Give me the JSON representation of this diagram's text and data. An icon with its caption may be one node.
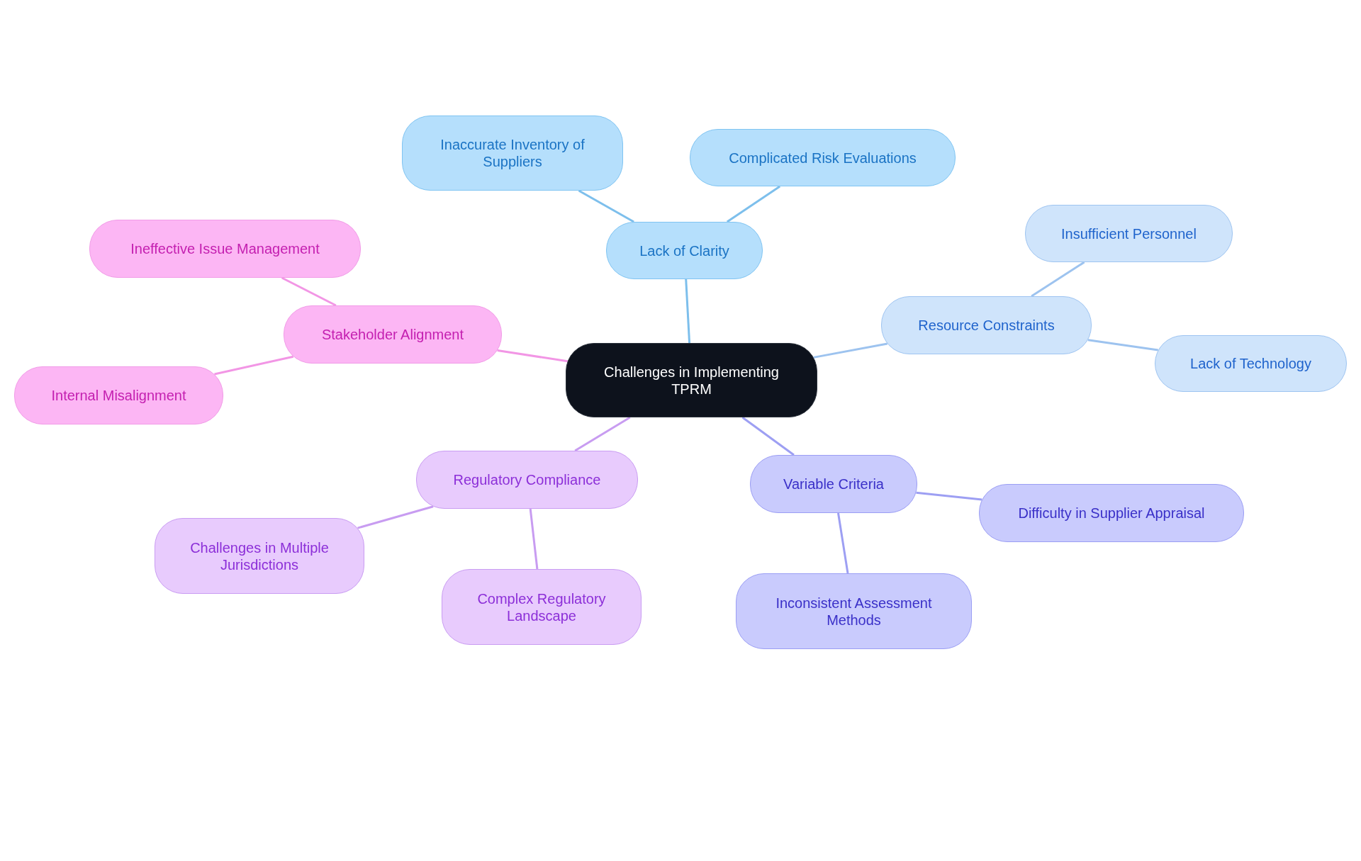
{
  "diagram": {
    "nodes": [
      {
        "text": [
          "Challenges in Implementing TPRM"
        ]
      },
      {
        "text": [
          "Lack of Clarity"
        ]
      },
      {
        "text": [
          "Inaccurate Inventory of Suppliers"
        ]
      },
      {
        "text": [
          "Complicated Risk Evaluations"
        ]
      },
      {
        "text": [
          "Resource Constraints"
        ]
      },
      {
        "text": [
          "Insufficient Personnel"
        ]
      },
      {
        "text": [
          "Lack of Technology"
        ]
      },
      {
        "text": [
          "Variable Criteria"
        ]
      },
      {
        "text": [
          "Difficulty in Supplier Appraisal"
        ]
      },
      {
        "text": [
          "Inconsistent Assessment Methods"
        ]
      },
      {
        "text": [
          "Regulatory Compliance"
        ]
      },
      {
        "text": [
          "Challenges in Multiple Jurisdictions"
        ]
      },
      {
        "text": [
          "Complex Regulatory Landscape"
        ]
      },
      {
        "text": [
          "Stakeholder Alignment"
        ]
      },
      {
        "text": [
          "Ineffective Issue Management"
        ]
      },
      {
        "text": [
          "Internal Misalignment"
        ]
      }
    ],
    "edges": [
      {
        "from": 0,
        "to": 1,
        "arrow": "none",
        "color": "#7dbfec"
      },
      {
        "from": 1,
        "to": 2,
        "arrow": "none",
        "color": "#7dbfec"
      },
      {
        "from": 1,
        "to": 3,
        "arrow": "none",
        "color": "#7dbfec"
      },
      {
        "from": 0,
        "to": 4,
        "arrow": "none",
        "color": "#9dc3ef"
      },
      {
        "from": 4,
        "to": 5,
        "arrow": "none",
        "color": "#9dc3ef"
      },
      {
        "from": 4,
        "to": 6,
        "arrow": "none",
        "color": "#9dc3ef"
      },
      {
        "from": 0,
        "to": 7,
        "arrow": "none",
        "color": "#9d9ff3"
      },
      {
        "from": 7,
        "to": 8,
        "arrow": "none",
        "color": "#9d9ff3"
      },
      {
        "from": 7,
        "to": 9,
        "arrow": "none",
        "color": "#9d9ff3"
      },
      {
        "from": 0,
        "to": 10,
        "arrow": "none",
        "color": "#c89cf1"
      },
      {
        "from": 10,
        "to": 11,
        "arrow": "none",
        "color": "#c89cf1"
      },
      {
        "from": 10,
        "to": 12,
        "arrow": "none",
        "color": "#c89cf1"
      },
      {
        "from": 0,
        "to": 13,
        "arrow": "none",
        "color": "#f296e5"
      },
      {
        "from": 13,
        "to": 14,
        "arrow": "none",
        "color": "#f296e5"
      },
      {
        "from": 13,
        "to": 15,
        "arrow": "none",
        "color": "#f296e5"
      }
    ]
  }
}
